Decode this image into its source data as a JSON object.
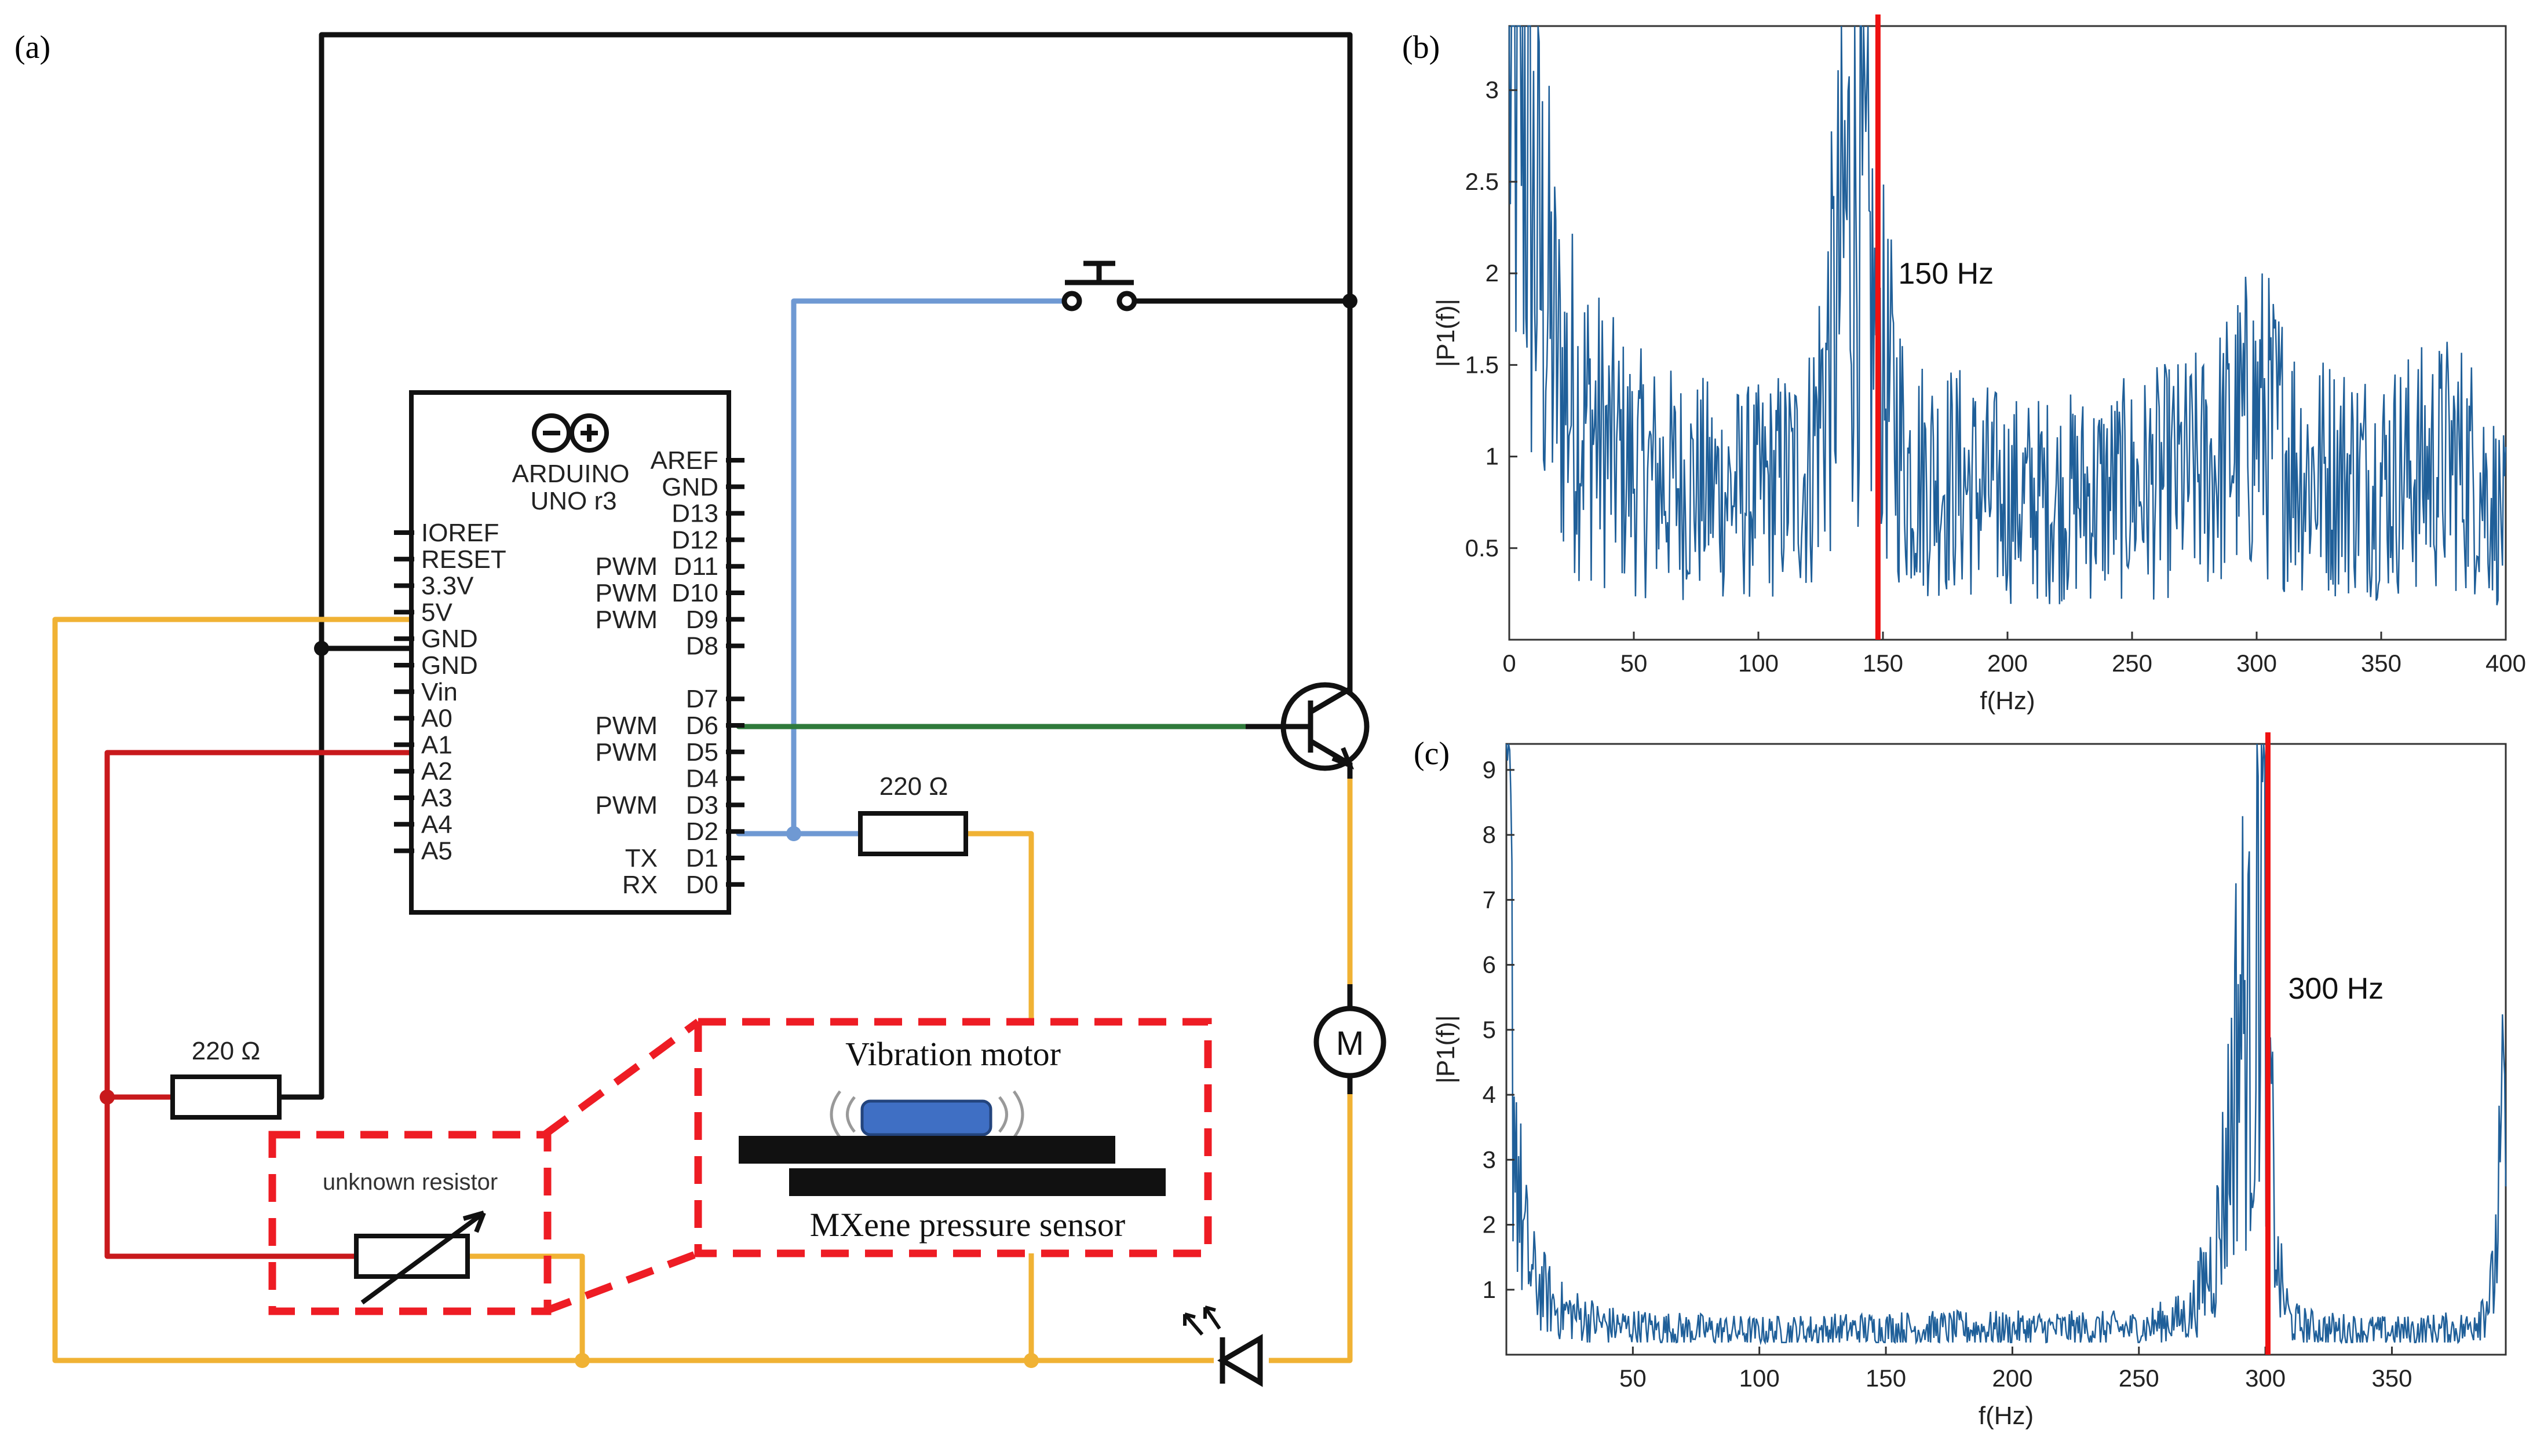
{
  "panel_labels": {
    "a": "(a)",
    "b": "(b)",
    "c": "(c)"
  },
  "arduino": {
    "logo": "ARDUINO",
    "model": "UNO r3",
    "left_pins": [
      "IOREF",
      "RESET",
      "3.3V",
      "5V",
      "GND",
      "GND",
      "Vin",
      "A0",
      "A1",
      "A2",
      "A3",
      "A4",
      "A5"
    ],
    "right_pins": [
      "AREF",
      "GND",
      "D13",
      "D12",
      "D11",
      "D10",
      "D9",
      "D8",
      "D7",
      "D6",
      "D5",
      "D4",
      "D3",
      "D2",
      "D1",
      "D0"
    ],
    "pwm_label": "PWM",
    "tx_label": "TX",
    "rx_label": "RX"
  },
  "resistor_a0": "220 Ω",
  "resistor_d2": "220 Ω",
  "unknown_resistor": "unknown resistor",
  "inset": {
    "title": "Vibration  motor",
    "caption": "MXene pressure sensor"
  },
  "motor_symbol": "M",
  "colors": {
    "wire_black": "#111111",
    "wire_blue": "#6f99d3",
    "wire_orange": "#f0b234",
    "wire_red": "#c8191c",
    "wire_green": "#2f7a3b",
    "dash_red": "#ee1c24",
    "marker_red": "#ee1111",
    "fft_blue": "#1f5f99",
    "motor_blue": "#3f6fc4"
  },
  "chart_data": [
    {
      "panel": "(b)",
      "type": "line",
      "xlabel": "f(Hz)",
      "ylabel": "|P1(f)|",
      "xlim": [
        0,
        400
      ],
      "ylim": [
        0,
        3.35
      ],
      "xticks": [
        0,
        50,
        100,
        150,
        200,
        250,
        300,
        350,
        400
      ],
      "yticks": [
        0.5,
        1,
        1.5,
        2,
        2.5,
        3
      ],
      "grid": false,
      "marker": {
        "x": 148,
        "label": "150 Hz"
      },
      "series": [
        {
          "x": [
            0,
            5,
            10,
            20,
            30,
            40,
            50,
            60,
            80,
            100,
            120,
            130,
            135,
            140,
            145,
            150,
            160,
            180,
            200,
            220,
            250,
            280,
            300,
            320,
            350,
            380,
            390,
            400
          ],
          "values": [
            3.3,
            3.2,
            2.2,
            1.4,
            1.2,
            1.0,
            0.9,
            0.85,
            0.8,
            0.78,
            0.9,
            1.6,
            2.2,
            2.4,
            1.8,
            1.4,
            0.9,
            0.85,
            0.75,
            0.75,
            0.8,
            0.9,
            1.2,
            0.9,
            0.85,
            0.95,
            0.85,
            0.6
          ]
        }
      ]
    },
    {
      "panel": "(c)",
      "type": "line",
      "xlabel": "f(Hz)",
      "ylabel": "|P1(f)|",
      "xlim": [
        0,
        395
      ],
      "ylim": [
        0,
        9.4
      ],
      "xticks": [
        50,
        100,
        150,
        200,
        250,
        300,
        350
      ],
      "yticks": [
        1,
        2,
        3,
        4,
        5,
        6,
        7,
        8,
        9
      ],
      "grid": false,
      "marker": {
        "x": 301,
        "label": "300 Hz"
      },
      "series": [
        {
          "x": [
            0,
            1,
            3,
            6,
            10,
            20,
            40,
            60,
            100,
            150,
            200,
            250,
            270,
            280,
            285,
            290,
            295,
            298,
            300,
            302,
            305,
            310,
            320,
            350,
            380,
            390,
            395
          ],
          "values": [
            8.6,
            7.5,
            4.0,
            2.0,
            1.2,
            0.7,
            0.45,
            0.4,
            0.35,
            0.4,
            0.4,
            0.4,
            0.6,
            1.5,
            3.0,
            5.5,
            4.5,
            8.0,
            6.5,
            3.5,
            1.2,
            0.5,
            0.4,
            0.35,
            0.4,
            1.0,
            3.9
          ]
        }
      ]
    }
  ]
}
